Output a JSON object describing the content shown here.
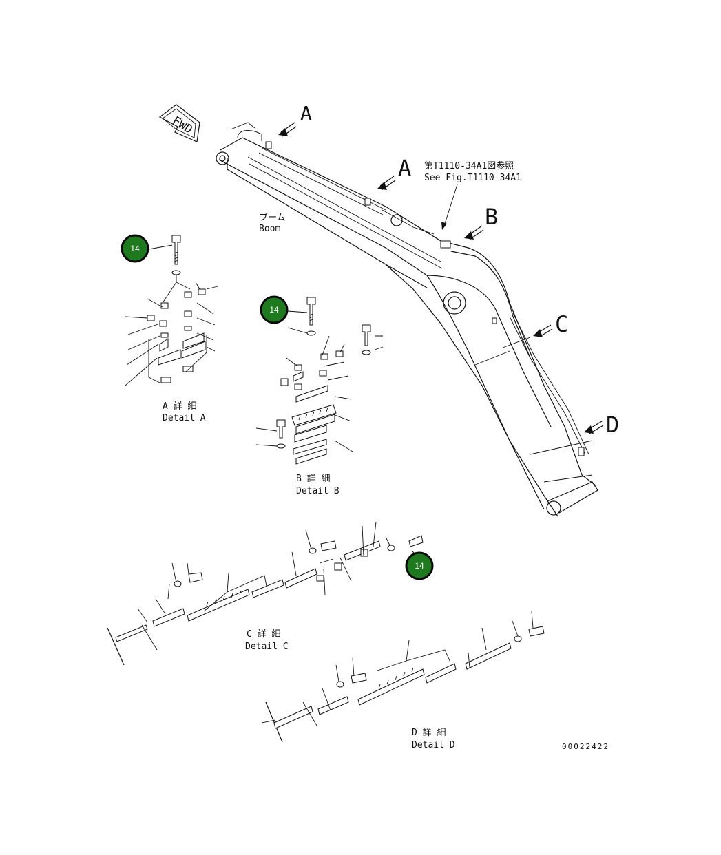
{
  "fwd_label": "FWD",
  "view_labels": {
    "a1": "A",
    "a2": "A",
    "b": "B",
    "c": "C",
    "d": "D"
  },
  "reference_note": {
    "jp": "第T1110-34A1図参照",
    "en": "See Fig.T1110-34A1"
  },
  "boom_label": {
    "jp": "ブーム",
    "en": "Boom"
  },
  "details": {
    "a": {
      "jp": "A 詳 細",
      "en": "Detail A"
    },
    "b": {
      "jp": "B 詳 細",
      "en": "Detail B"
    },
    "c": {
      "jp": "C 詳 細",
      "en": "Detail C"
    },
    "d": {
      "jp": "D 詳 細",
      "en": "Detail D"
    }
  },
  "callouts": [
    "14",
    "14",
    "14"
  ],
  "drawing_number": "00022422",
  "colors": {
    "callout_fill": "#1f7a1f",
    "line": "#111111"
  }
}
